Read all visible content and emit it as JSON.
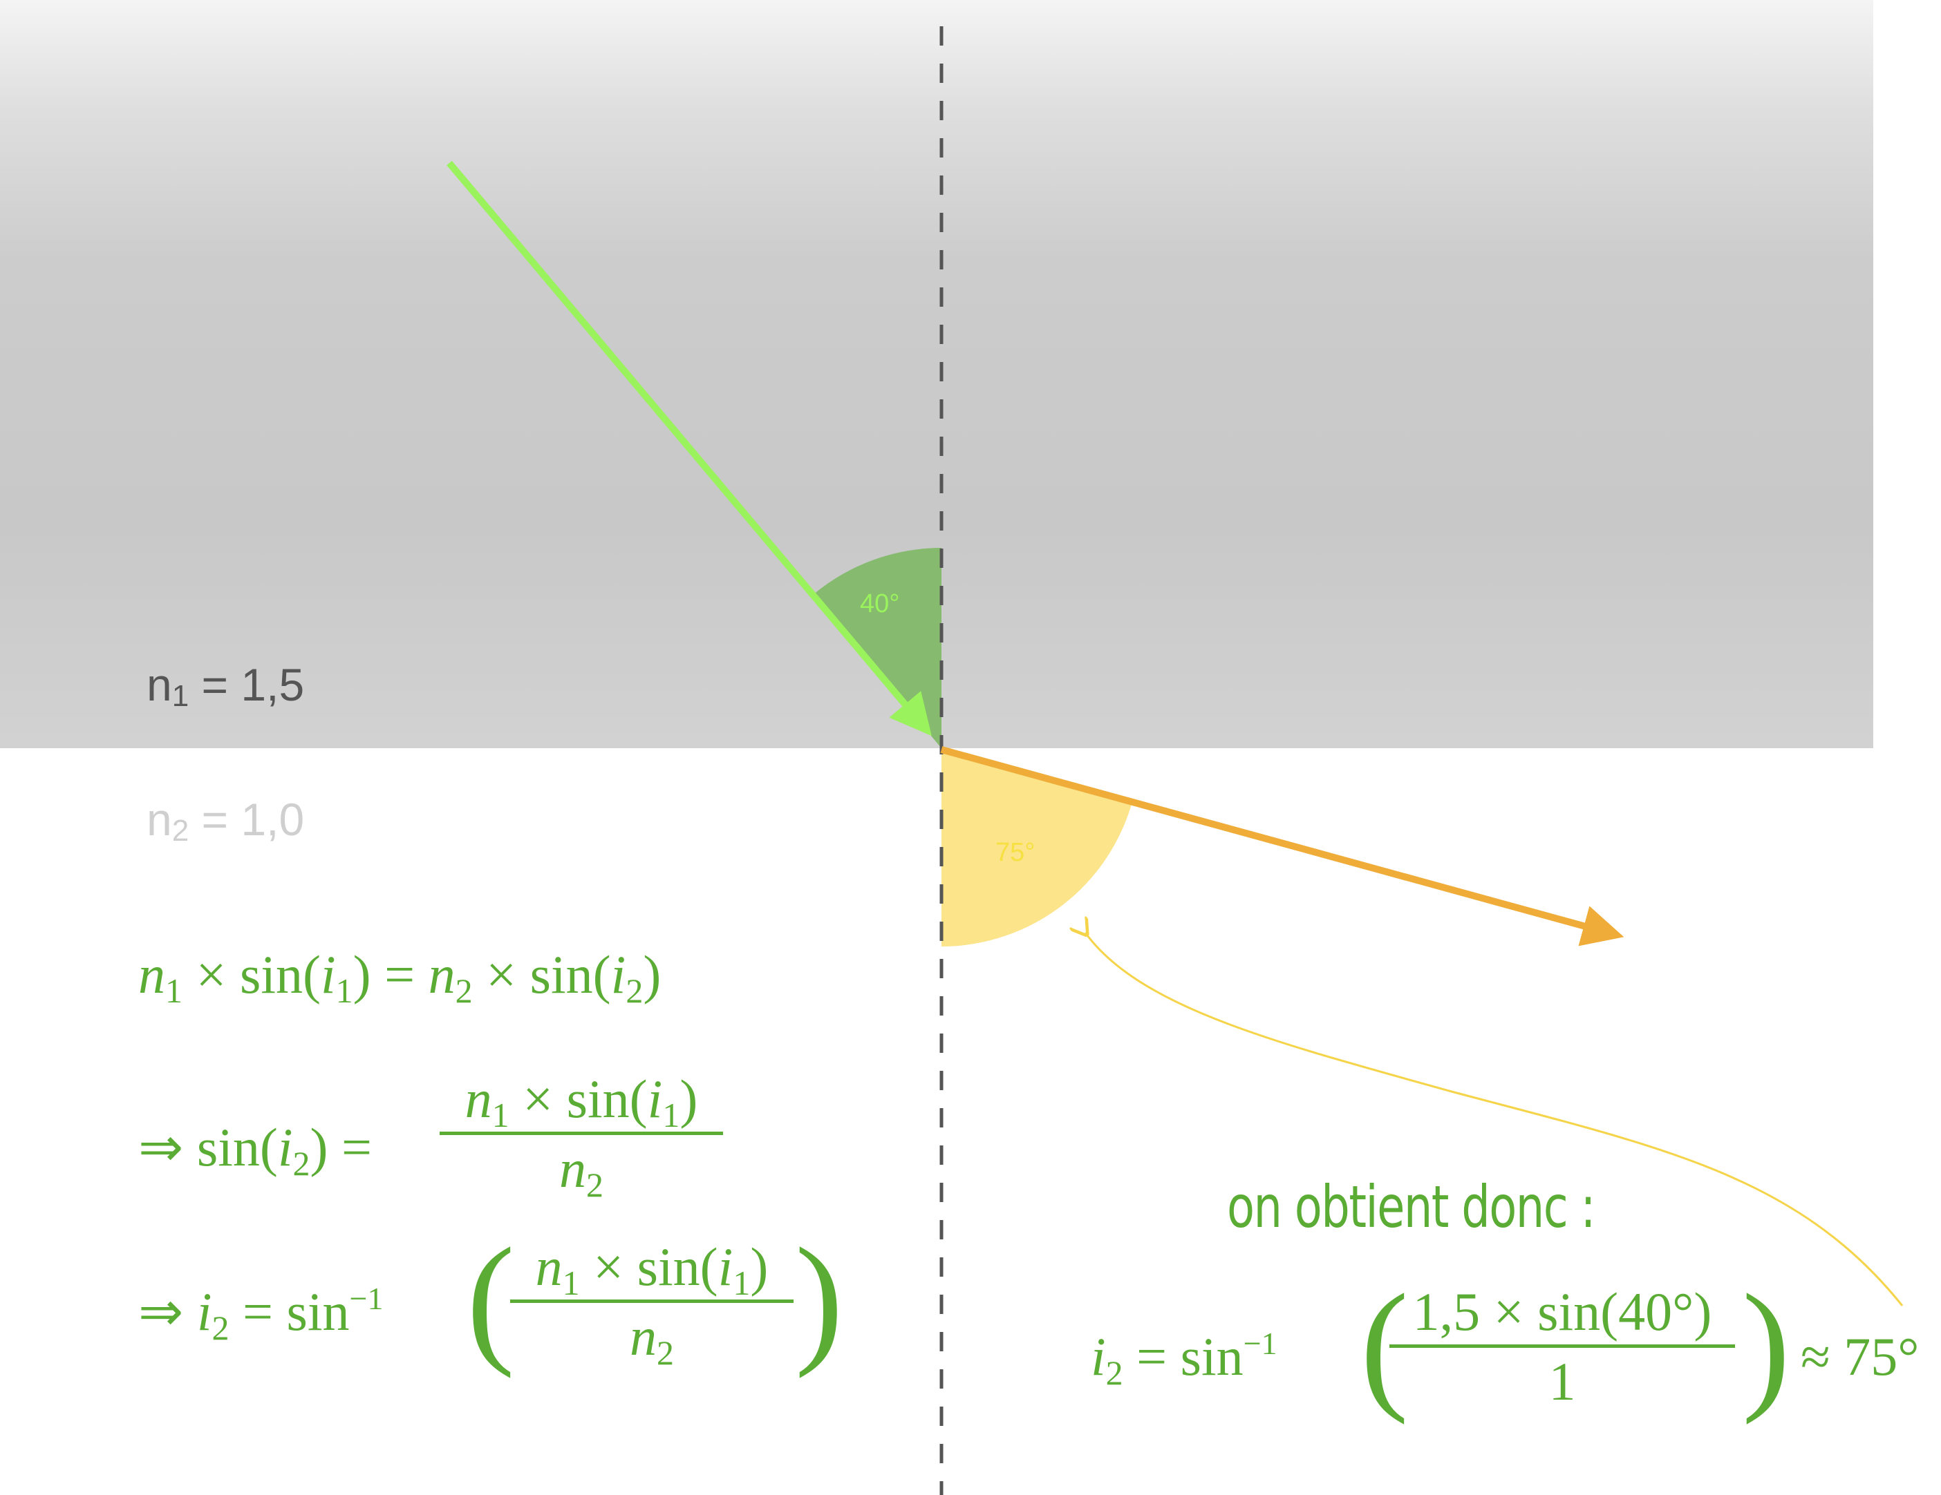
{
  "media": {
    "n1_label": {
      "var": "n",
      "sub": "1",
      "rest": " = 1,5"
    },
    "n2_label": {
      "var": "n",
      "sub": "2",
      "rest": " = 1,0"
    }
  },
  "angles": {
    "incident_label": "40°",
    "refracted_label": "75°"
  },
  "colors": {
    "incident_ray": "#9af25c",
    "incident_arc": "#86bb6f",
    "refracted_ray": "#f0ac38",
    "refracted_arc": "#fbe489",
    "normal_line": "#555555",
    "formula_green": "#5aac34",
    "annotation_arrow": "#f5d44a",
    "n1_text": "#555555",
    "n2_text": "#cfcfcf"
  },
  "formulas": {
    "snell": {
      "n1": "n",
      "n1_sub": "1",
      "times1": " × sin(",
      "i1": "i",
      "i1_sub": "1",
      "close1": ") = ",
      "n2": "n",
      "n2_sub": "2",
      "times2": " × sin(",
      "i2": "i",
      "i2_sub": "2",
      "close2": ")"
    },
    "step2": {
      "implies": "⇒ sin(",
      "i2": "i",
      "i2_sub": "2",
      "eq": ") =",
      "num_n": "n",
      "num_n_sub": "1",
      "num_rest": " × sin(",
      "num_i": "i",
      "num_i_sub": "1",
      "num_close": ")",
      "den_n": "n",
      "den_n_sub": "2"
    },
    "step3": {
      "implies": "⇒ ",
      "i2": "i",
      "i2_sub": "2",
      "eq": " = sin",
      "inv": "−1",
      "num_n": "n",
      "num_n_sub": "1",
      "num_rest": " × sin(",
      "num_i": "i",
      "num_i_sub": "1",
      "num_close": ")",
      "den_n": "n",
      "den_n_sub": "2"
    }
  },
  "conclusion": {
    "text": "on obtient donc :",
    "result": {
      "i2": "i",
      "i2_sub": "2",
      "eq": " = sin",
      "inv": "−1",
      "numerator": "1,5 × sin(40°)",
      "denominator": "1",
      "approx": "≈ 75°"
    }
  }
}
